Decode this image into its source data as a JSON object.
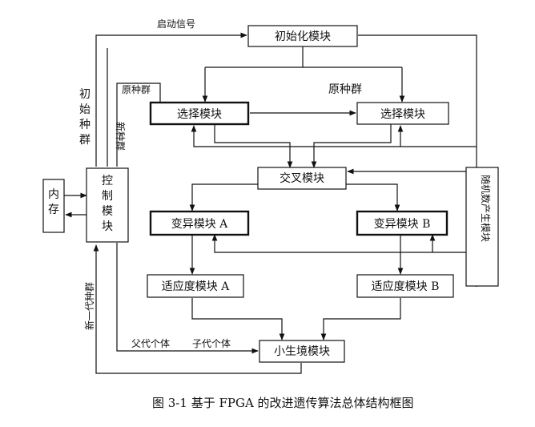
{
  "diagram": {
    "nodes": {
      "init": "初始化模块",
      "select_left": "选择模块",
      "select_right": "选择模块",
      "crossover": "交叉模块",
      "mutate_a": "变异模块 A",
      "mutate_b": "变异模块 B",
      "fitness_a": "适应度模块 A",
      "fitness_b": "适应度模块 B",
      "habitat": "小生境模块",
      "control": "控制模块",
      "memory": "内存",
      "random": "随机数产生模块"
    },
    "labels": {
      "start_signal": "启动信号",
      "init_population": "初始种群",
      "new_population": "新种群",
      "orig_population_left": "原种群",
      "orig_population_right": "原种群",
      "next_gen_population": "新一代种群",
      "parent_individual": "父代个体",
      "child_individual": "子代个体"
    },
    "caption": "图 3-1 基于 FPGA 的改进遗传算法总体结构框图"
  }
}
